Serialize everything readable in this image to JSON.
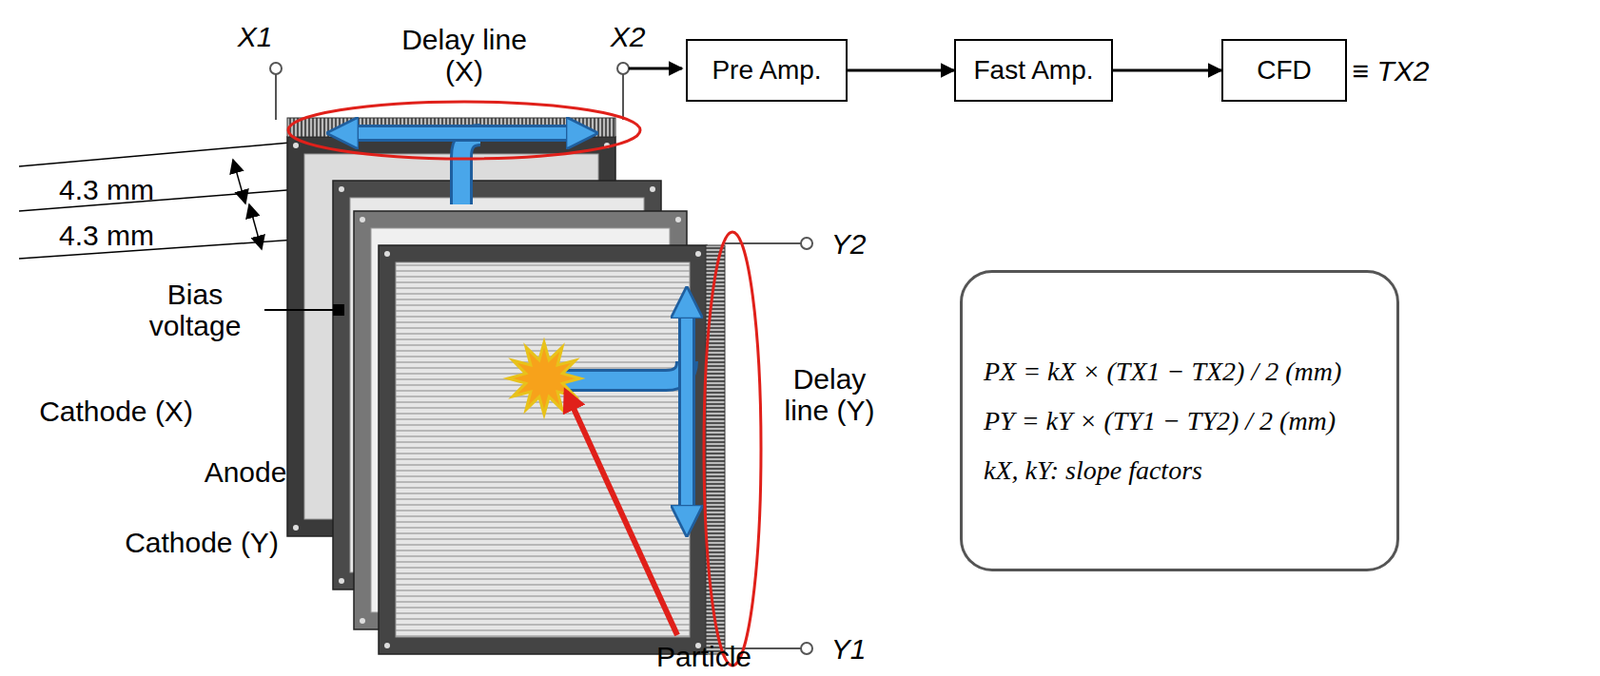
{
  "diagram": {
    "nodes": [
      {
        "text": [
          "Pre Amp."
        ]
      },
      {
        "text": [
          "Fast Amp."
        ]
      },
      {
        "text": [
          "CFD"
        ]
      },
      {
        "text": [
          "PX = kX × (TX1 − TX2) / 2 (mm)",
          "PY = kY × (TY1 − TY2) / 2 (mm)",
          "kX, kY: slope factors"
        ]
      }
    ],
    "edges": [
      {
        "from": 0,
        "to": 1,
        "arrow": "to"
      },
      {
        "from": 1,
        "to": 2,
        "arrow": "to"
      }
    ],
    "labels": [
      "X1",
      "Delay line (X)",
      "X2",
      "4.3 mm",
      "4.3 mm",
      "Bias voltage",
      "Cathode (X)",
      "Anode",
      "Cathode (Y)",
      "Delay line (Y)",
      "Y2",
      "Y1",
      "Particle",
      "≡ TX2"
    ]
  }
}
